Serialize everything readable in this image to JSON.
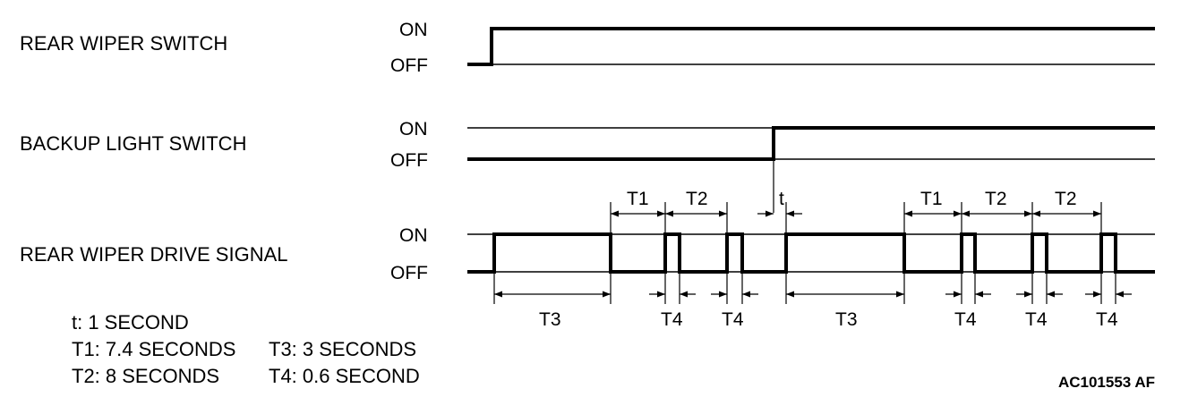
{
  "signals": [
    {
      "id": "rear-wiper-switch",
      "label": "REAR WIPER SWITCH",
      "on_label": "ON",
      "off_label": "OFF"
    },
    {
      "id": "backup-light-switch",
      "label": "BACKUP LIGHT SWITCH",
      "on_label": "ON",
      "off_label": "OFF"
    },
    {
      "id": "rear-wiper-drive-signal",
      "label": "REAR WIPER DRIVE SIGNAL",
      "on_label": "ON",
      "off_label": "OFF"
    }
  ],
  "intervals": {
    "t": "t",
    "T1": "T1",
    "T2": "T2",
    "T3": "T3",
    "T4": "T4"
  },
  "legend": {
    "t": "t: 1 SECOND",
    "T1": "T1: 7.4 SECONDS",
    "T2": "T2: 8 SECONDS",
    "T3": "T3: 3 SECONDS",
    "T4": "T4: 0.6 SECOND"
  },
  "figure_code": "AC101553 AF"
}
